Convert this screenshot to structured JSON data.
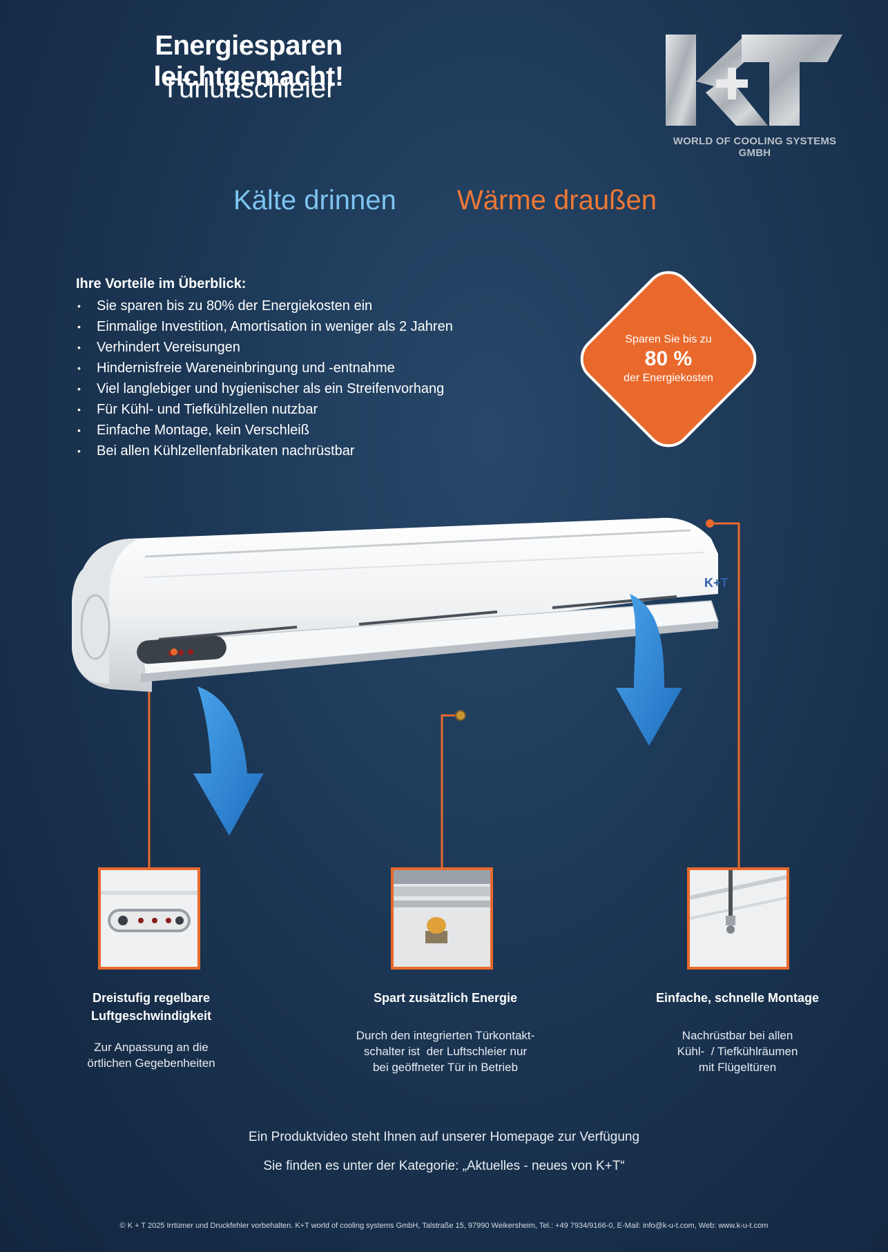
{
  "header": {
    "headline": "Energiesparen leichtgemacht!",
    "subline": "Türluftschleier"
  },
  "logo": {
    "wordmark": "K+T",
    "tagline": "WORLD OF COOLING SYSTEMS GMBH"
  },
  "slogans": {
    "cold": "Kälte drinnen",
    "warm": "Wärme draußen"
  },
  "benefits": {
    "title": "Ihre Vorteile im Überblick:",
    "items": [
      "Sie sparen bis zu 80% der Energiekosten ein",
      "Einmalige Investition, Amortisation in weniger als 2 Jahren",
      "Verhindert Vereisungen",
      "Hindernisfreie Wareneinbringung und -entnahme",
      "Viel langlebiger und hygienischer als ein Streifenvorhang",
      "Für Kühl- und Tiefkühlzellen nutzbar",
      "Einfache Montage, kein Verschleiß",
      "Bei allen Kühlzellenfabrikaten nachrüstbar"
    ]
  },
  "badge": {
    "line1": "Sparen Sie bis zu",
    "value": "80 %",
    "line2": "der Energiekosten"
  },
  "product": {
    "device_logo": "K+T"
  },
  "features": [
    {
      "title_line1": "Dreistufig regelbare",
      "title_line2": "Luftgeschwindigkeit",
      "desc_line1": "Zur Anpassung an die",
      "desc_line2": "örtlichen Gegebenheiten",
      "desc_line3": ""
    },
    {
      "title_line1": "Spart zusätzlich Energie",
      "title_line2": "",
      "desc_line1": "Durch den integrierten Türkontakt-",
      "desc_line2": "schalter ist  der Luftschleier nur",
      "desc_line3": "bei geöffneter Tür in Betrieb"
    },
    {
      "title_line1": "Einfache, schnelle Montage",
      "title_line2": "",
      "desc_line1": "Nachrüstbar bei allen",
      "desc_line2": "Kühl-  / Tiefkühlräumen",
      "desc_line3": "mit Flügeltüren"
    }
  ],
  "video_note": {
    "line1": "Ein Produktvideo steht Ihnen auf unserer Homepage zur Verfügung",
    "line2": "Sie finden es unter der Kategorie: „Aktuelles - neues von K+T“"
  },
  "footer": "© K + T 2025 Irrtümer  und Druckfehler vorbehalten. K+T world of cooling systems GmbH, Talstraße 15, 97990 Weikersheim, Tel.: +49 7934/9166-0, E-Mail: info@k-u-t.com, Web: www.k-u-t.com",
  "colors": {
    "background": "#1c3755",
    "accent_orange": "#e9692c",
    "cold_blue": "#7ec4ef",
    "arrow_blue": "#2f86d6"
  }
}
